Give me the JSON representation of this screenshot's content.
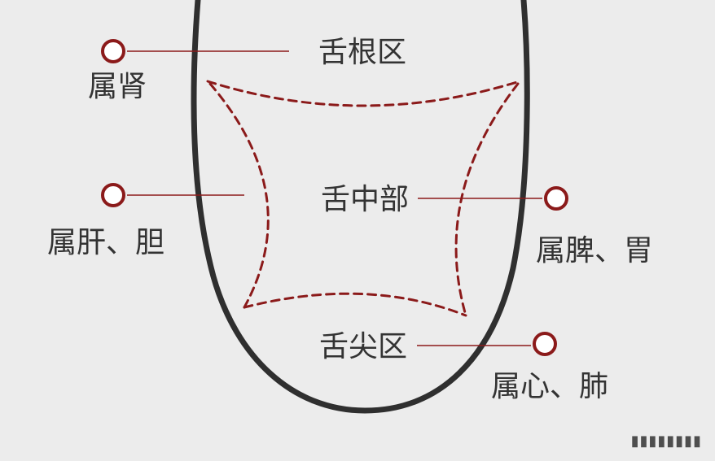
{
  "colors": {
    "background": "#ececec",
    "outline": "#2f2f2f",
    "accent": "#8b1a1a",
    "text": "#333333"
  },
  "regions": {
    "root": "舌根区",
    "middle": "舌中部",
    "tip": "舌尖区"
  },
  "organs": {
    "kidney": "属肾",
    "liver_gallbladder": "属肝、胆",
    "spleen_stomach": "属脾、胃",
    "heart_lung": "属心、肺"
  },
  "watermark": "▮▮▮▮▮▮▮▮"
}
